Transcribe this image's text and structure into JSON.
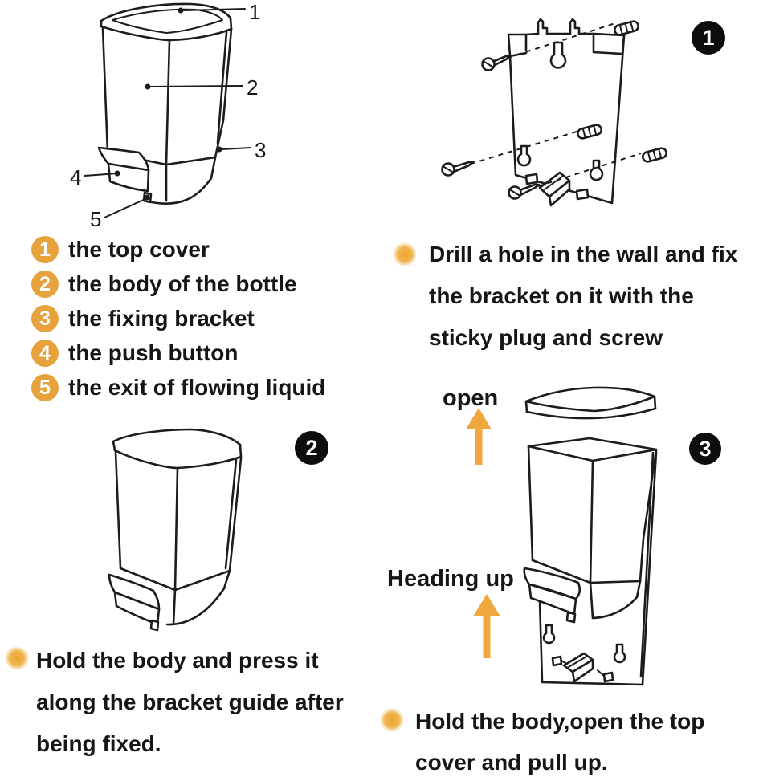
{
  "palette": {
    "accent_orange": "#efa73e",
    "list_circle_orange": "#e6a23c",
    "badge_black": "#0d0d0d",
    "line_black": "#1c1c1c"
  },
  "badges": {
    "one": "1",
    "two": "2",
    "three": "3"
  },
  "callouts": {
    "c1": "1",
    "c2": "2",
    "c3": "3",
    "c4": "4",
    "c5": "5"
  },
  "parts_list": {
    "items": [
      {
        "num": "1",
        "label": "the top cover"
      },
      {
        "num": "2",
        "label": "the body of the bottle"
      },
      {
        "num": "3",
        "label": "the fixing bracket"
      },
      {
        "num": "4",
        "label": "the push button"
      },
      {
        "num": "5",
        "label": "the exit of flowing liquid"
      }
    ]
  },
  "instructions": {
    "step1": {
      "lines": [
        "Drill a hole in the wall and fix",
        "the bracket on it with the",
        "sticky plug and screw"
      ]
    },
    "step2": {
      "lines": [
        "Hold the body and press it",
        "along the bracket guide after",
        "being fixed."
      ]
    },
    "step3": {
      "lines": [
        "Hold the body,open the top",
        "cover and pull up."
      ]
    }
  },
  "labels": {
    "open": "open",
    "heading_up": "Heading up"
  }
}
